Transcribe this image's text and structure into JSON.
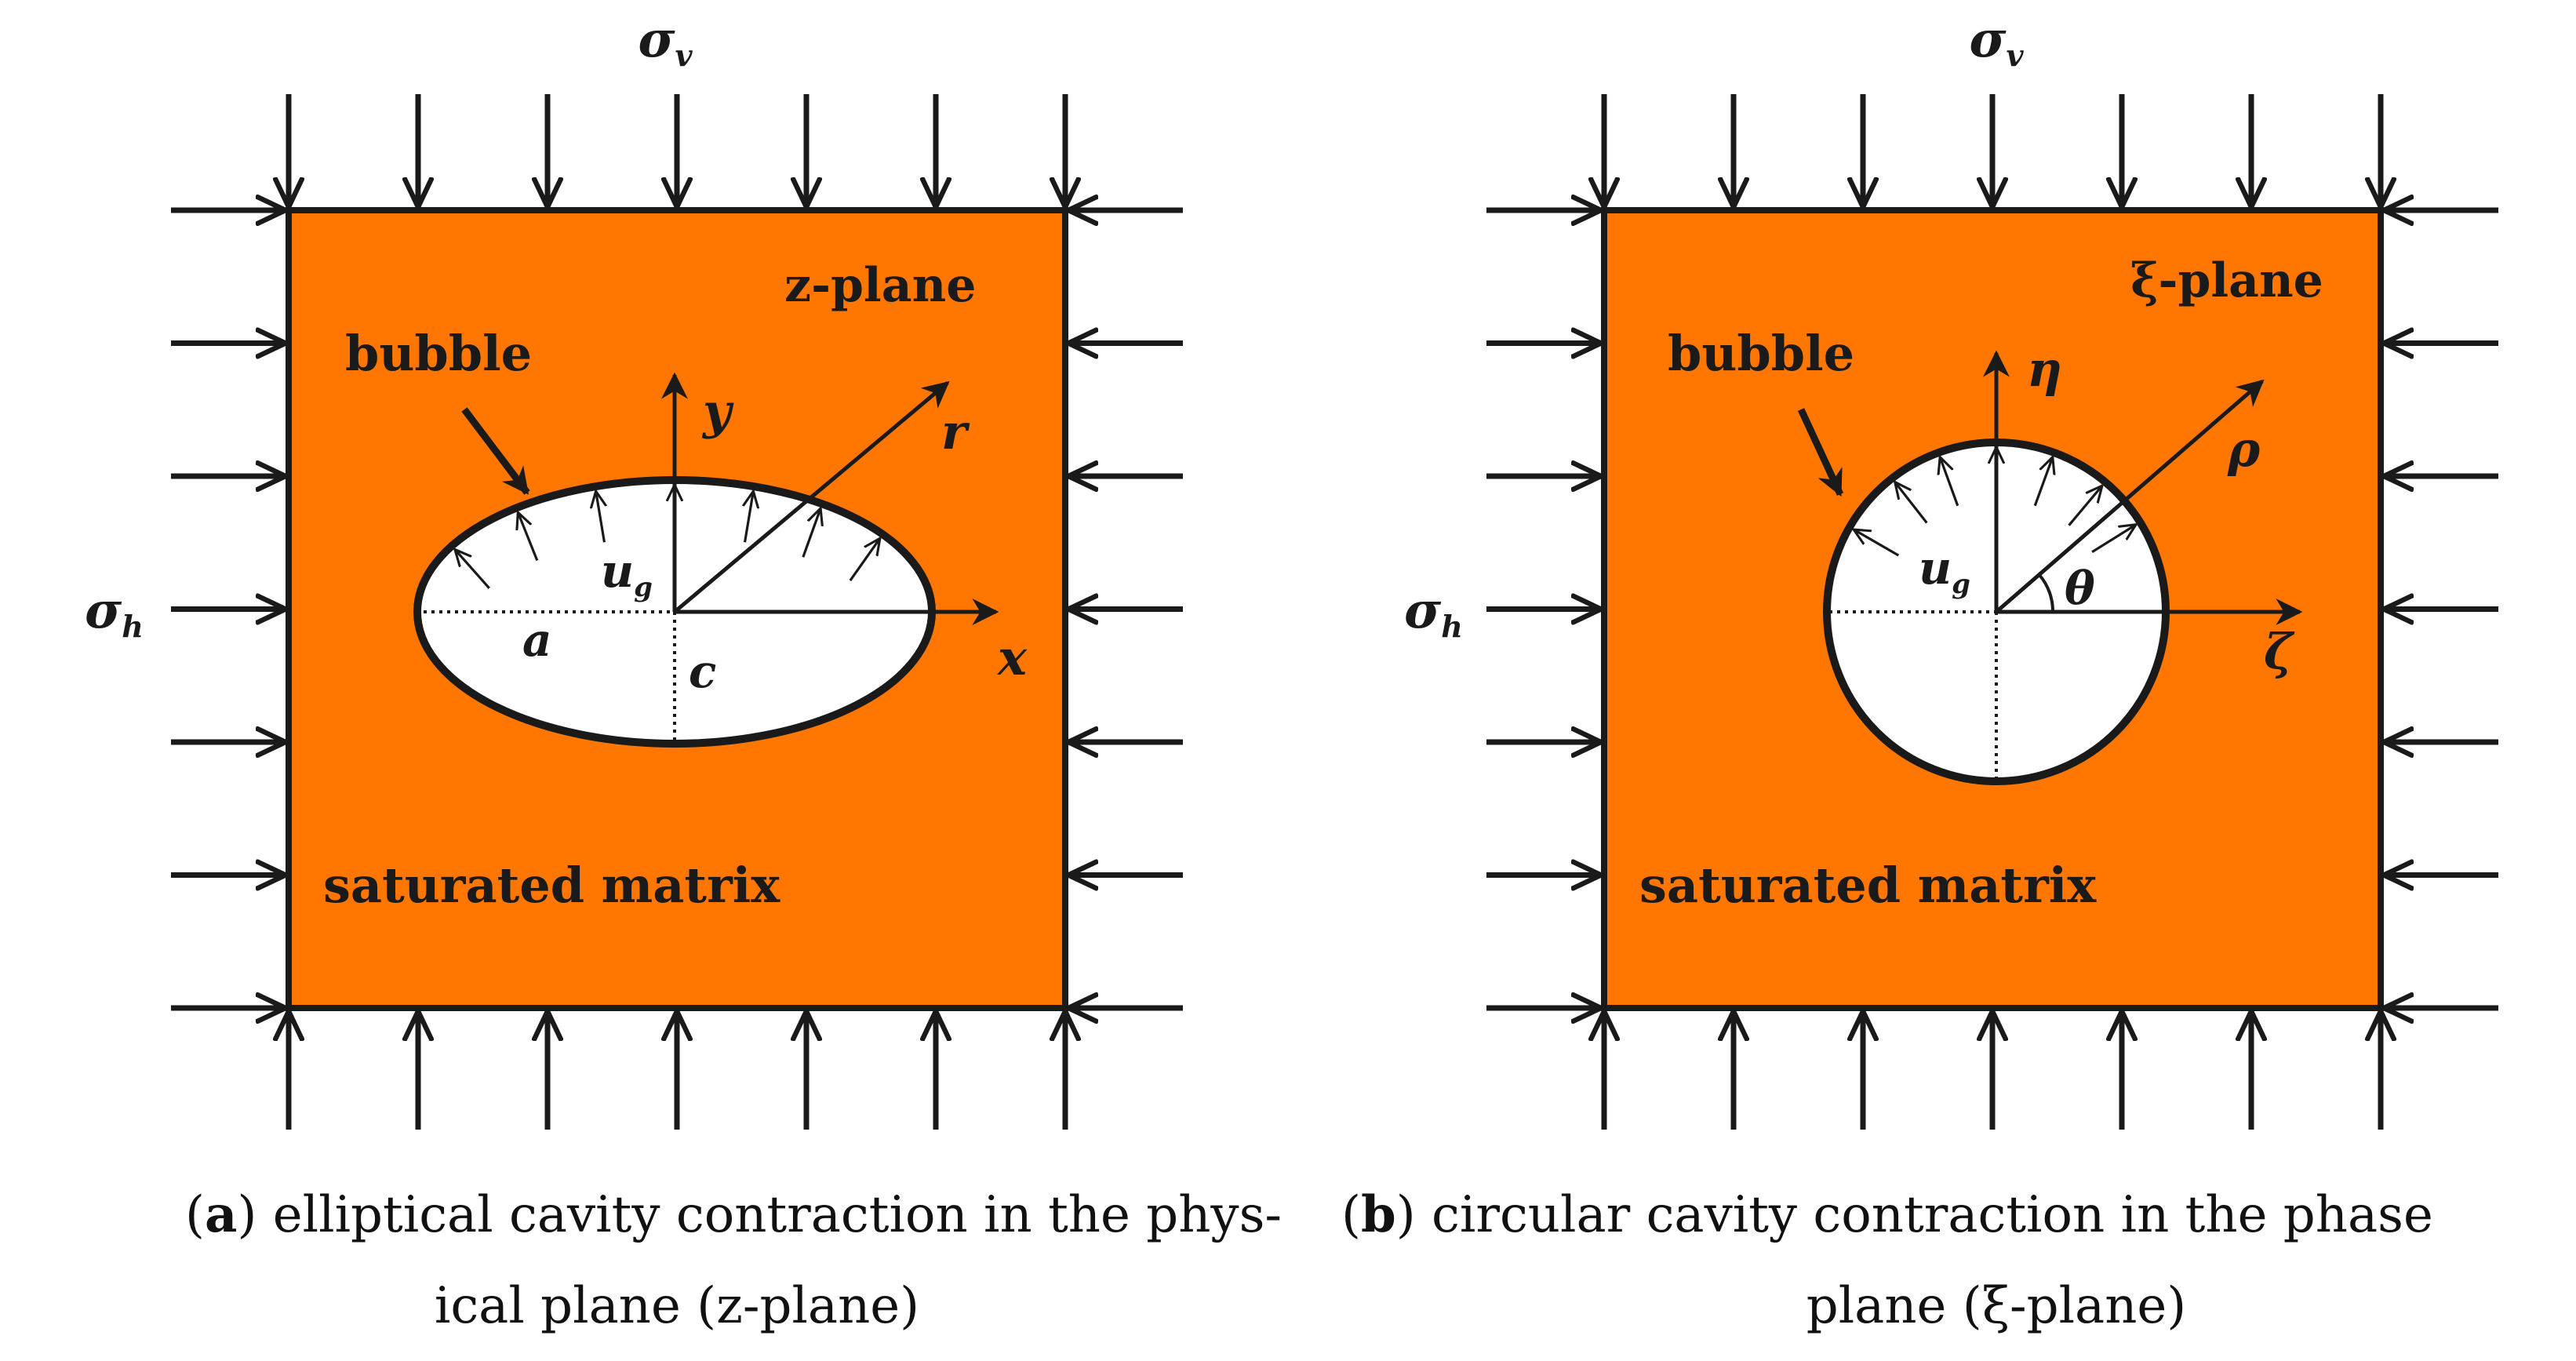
{
  "colors": {
    "matrix": "#ff7700",
    "stroke": "#1a1a1a",
    "cavity": "#ffffff"
  },
  "panel_a": {
    "sigma_v": "σ",
    "sigma_v_sub": "v",
    "sigma_h": "σ",
    "sigma_h_sub": "h",
    "plane_label": "z-plane",
    "bubble_label": "bubble",
    "matrix_label": "saturated matrix",
    "axis_y": "y",
    "axis_x": "x",
    "axis_r": "r",
    "u_g": "u",
    "u_g_sub": "g",
    "semi_a": "a",
    "semi_c": "c",
    "caption_letter": "a",
    "caption_line1": ") elliptical cavity contraction in the phys-",
    "caption_line2": "ical plane (z-plane)"
  },
  "panel_b": {
    "sigma_v": "σ",
    "sigma_v_sub": "v",
    "sigma_h": "σ",
    "sigma_h_sub": "h",
    "plane_label": "ξ-plane",
    "bubble_label": "bubble",
    "matrix_label": "saturated matrix",
    "axis_eta": "η",
    "axis_zeta": "ζ",
    "axis_rho": "ρ",
    "angle": "θ",
    "u_g": "u",
    "u_g_sub": "g",
    "caption_letter": "b",
    "caption_line1": ") circular cavity contraction in the phase",
    "caption_line2": "plane (ξ-plane)"
  }
}
